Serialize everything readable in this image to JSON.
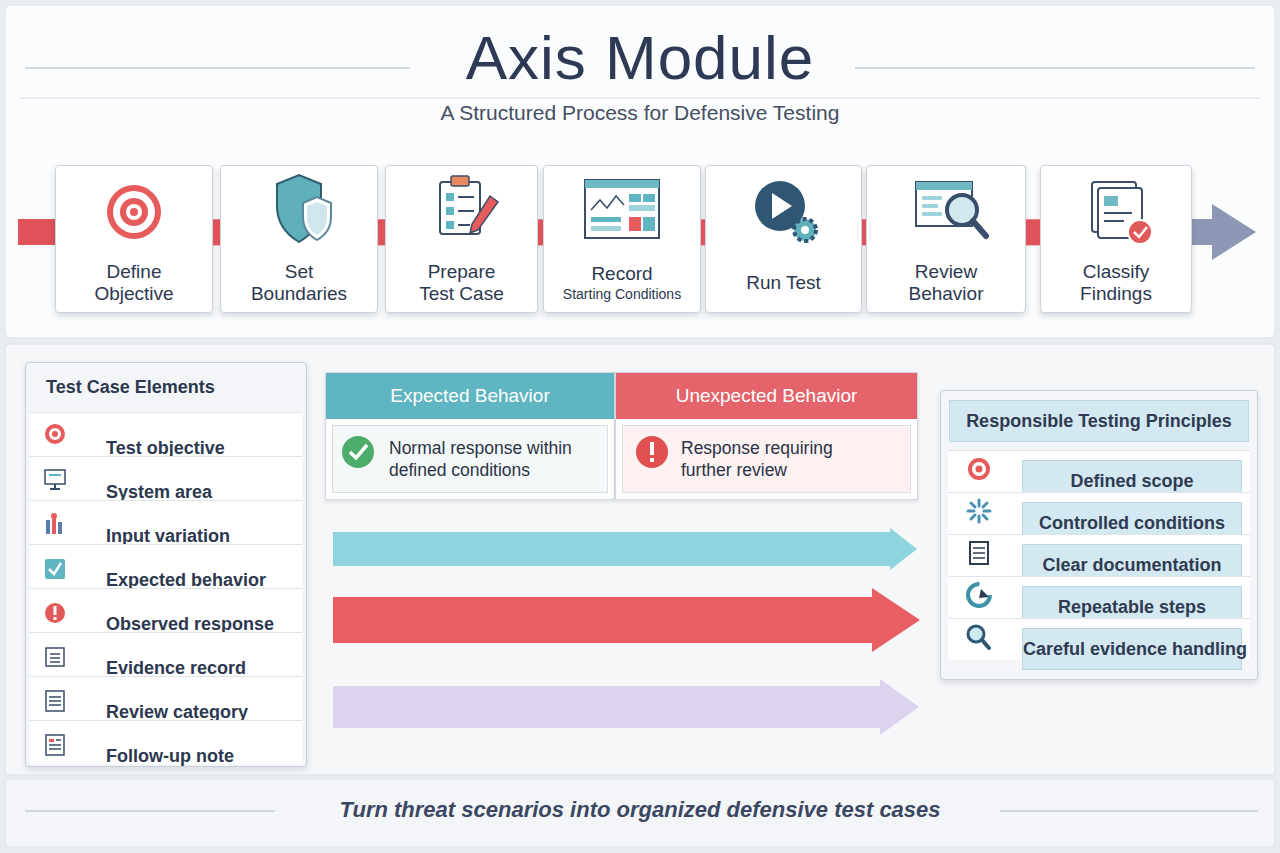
{
  "diagram": {
    "title": "Axis Module",
    "caption": "Turn threat scenarios into organized defensive test cases",
    "nodes": [
      {
        "text": [
          "Define Objective"
        ]
      },
      {
        "text": [
          "Set Boundaries"
        ]
      },
      {
        "text": [
          "Prepare Test Case"
        ]
      },
      {
        "text": [
          "Record",
          "Starting Conditions"
        ]
      },
      {
        "text": [
          "Run Test"
        ]
      },
      {
        "text": [
          "Review Behavior"
        ]
      },
      {
        "text": [
          "Classify Findings"
        ]
      },
      {
        "text": [
          "Test Case Elements"
        ]
      },
      {
        "text": [
          "Test objective"
        ],
        "in": 7
      },
      {
        "text": [
          "System area"
        ],
        "in": 7
      },
      {
        "text": [
          "Input variation"
        ],
        "in": 7
      },
      {
        "text": [
          "Expected behavior"
        ],
        "in": 7
      },
      {
        "text": [
          "Observed response"
        ],
        "in": 7
      },
      {
        "text": [
          "Evidence record"
        ],
        "in": 7
      },
      {
        "text": [
          "Review category"
        ],
        "in": 7
      },
      {
        "text": [
          "Follow-up note"
        ],
        "in": 7
      },
      {
        "text": [
          "Expected Behavior",
          "Normal response within defined conditions"
        ]
      },
      {
        "text": [
          "Unexpected Behavior",
          "Response requiring further review"
        ]
      },
      {
        "text": [
          "Responsible Testing Principles"
        ]
      },
      {
        "text": [
          "Defined scope"
        ],
        "in": 18
      },
      {
        "text": [
          "Controlled conditions"
        ],
        "in": 18
      },
      {
        "text": [
          "Clear documentation"
        ],
        "in": 18
      },
      {
        "text": [
          "Repeatable steps"
        ],
        "in": 18
      },
      {
        "text": [
          "Careful evidence handling"
        ],
        "in": 18
      }
    ],
    "edges": [
      {
        "from": 0,
        "to": 1,
        "arrow": "none"
      },
      {
        "from": 1,
        "to": 2,
        "arrow": "none"
      },
      {
        "from": 2,
        "to": 3,
        "arrow": "none"
      },
      {
        "from": 3,
        "to": 4,
        "arrow": "none"
      },
      {
        "from": 4,
        "to": 5,
        "arrow": "none"
      },
      {
        "from": 5,
        "to": 6,
        "arrow": "none"
      }
    ],
    "labels": [
      "A Structured Process for Defensive Testing"
    ]
  }
}
